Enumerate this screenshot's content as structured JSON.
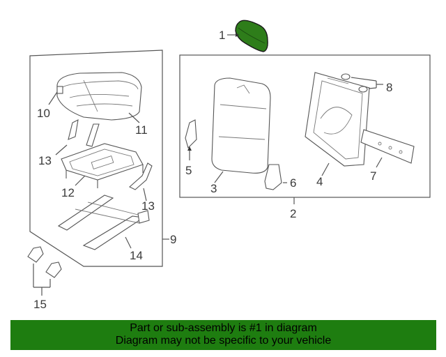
{
  "callouts": {
    "c1": "1",
    "c2": "2",
    "c3": "3",
    "c4": "4",
    "c5": "5",
    "c6": "6",
    "c7": "7",
    "c8": "8",
    "c9": "9",
    "c10": "10",
    "c11": "11",
    "c12": "12",
    "c13a": "13",
    "c13b": "13",
    "c14": "14",
    "c15": "15"
  },
  "highlight_color": "#2e7d1a",
  "banner": {
    "line1": "Part or sub-assembly is #1 in diagram",
    "line2": "Diagram may not be specific to your vehicle",
    "color": "#1e7d10"
  }
}
